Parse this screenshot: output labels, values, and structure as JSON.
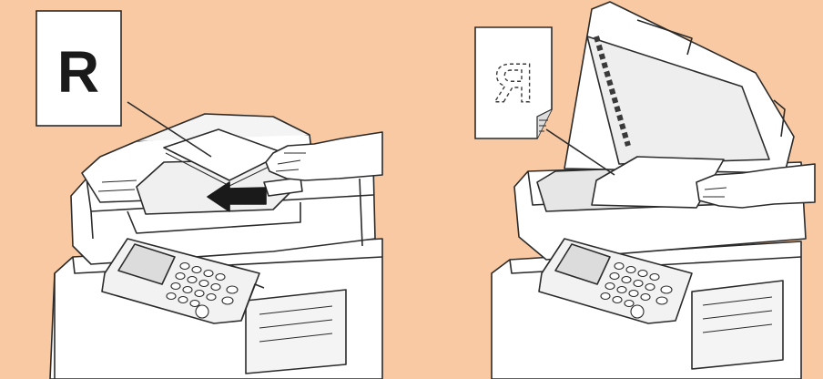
{
  "figure": {
    "background": "#f8c9a3",
    "panels": [
      {
        "id": "adf-loading",
        "card_letter": "R",
        "card_face": "face-up",
        "arrow": "feed-direction-arrow"
      },
      {
        "id": "platen-placing",
        "card_letter": "R",
        "card_face": "face-down-mirrored"
      }
    ]
  },
  "colors": {
    "outline": "#2b2b2b",
    "paper": "#ffffff",
    "machine_fill": "#ffffff",
    "machine_shade": "#efefef",
    "glass_shade": "#e6e6e6",
    "panel_screen": "#dcdcdc",
    "arrow": "#1a1a1a"
  },
  "icons": [
    "document-card-icon",
    "mirrored-document-card-icon",
    "feed-arrow-icon",
    "hand-icon"
  ]
}
